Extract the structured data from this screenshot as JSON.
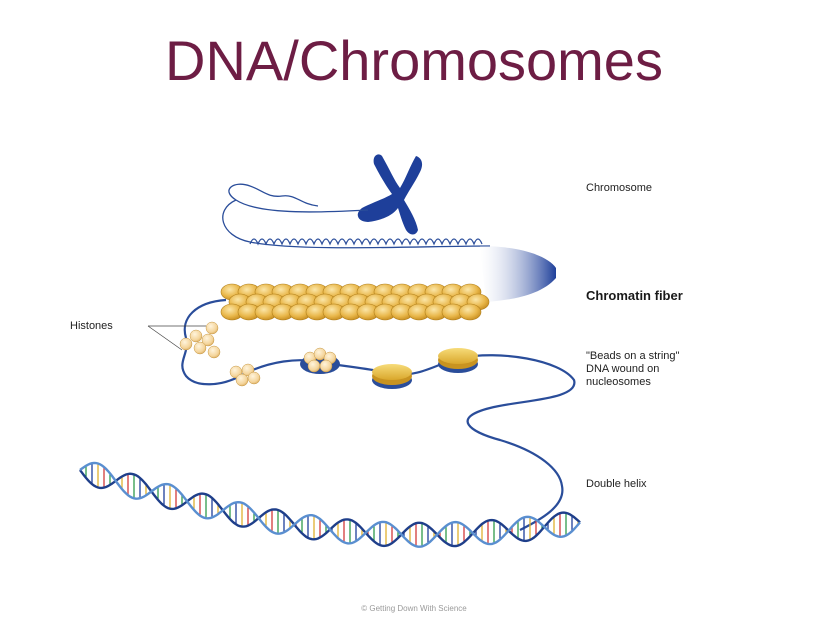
{
  "slide": {
    "title": "DNA/Chromosomes",
    "footer": "© Getting Down With Science"
  },
  "diagram": {
    "labels": {
      "chromosome": "Chromosome",
      "chromatin_fiber": "Chromatin fiber",
      "histones": "Histones",
      "beads_line1": "\"Beads on a string\"",
      "beads_line2": "DNA wound on",
      "beads_line3": "nucleosomes",
      "double_helix": "Double helix"
    },
    "colors": {
      "title": "#6d1d44",
      "chromosome": "#1e3f9a",
      "dna_strand": "#2a4d9a",
      "histone_gold": "#e6b43a",
      "histone_light": "#f6d9a0",
      "helix_base_red": "#d23a3a",
      "helix_base_green": "#2f9a4a"
    }
  }
}
